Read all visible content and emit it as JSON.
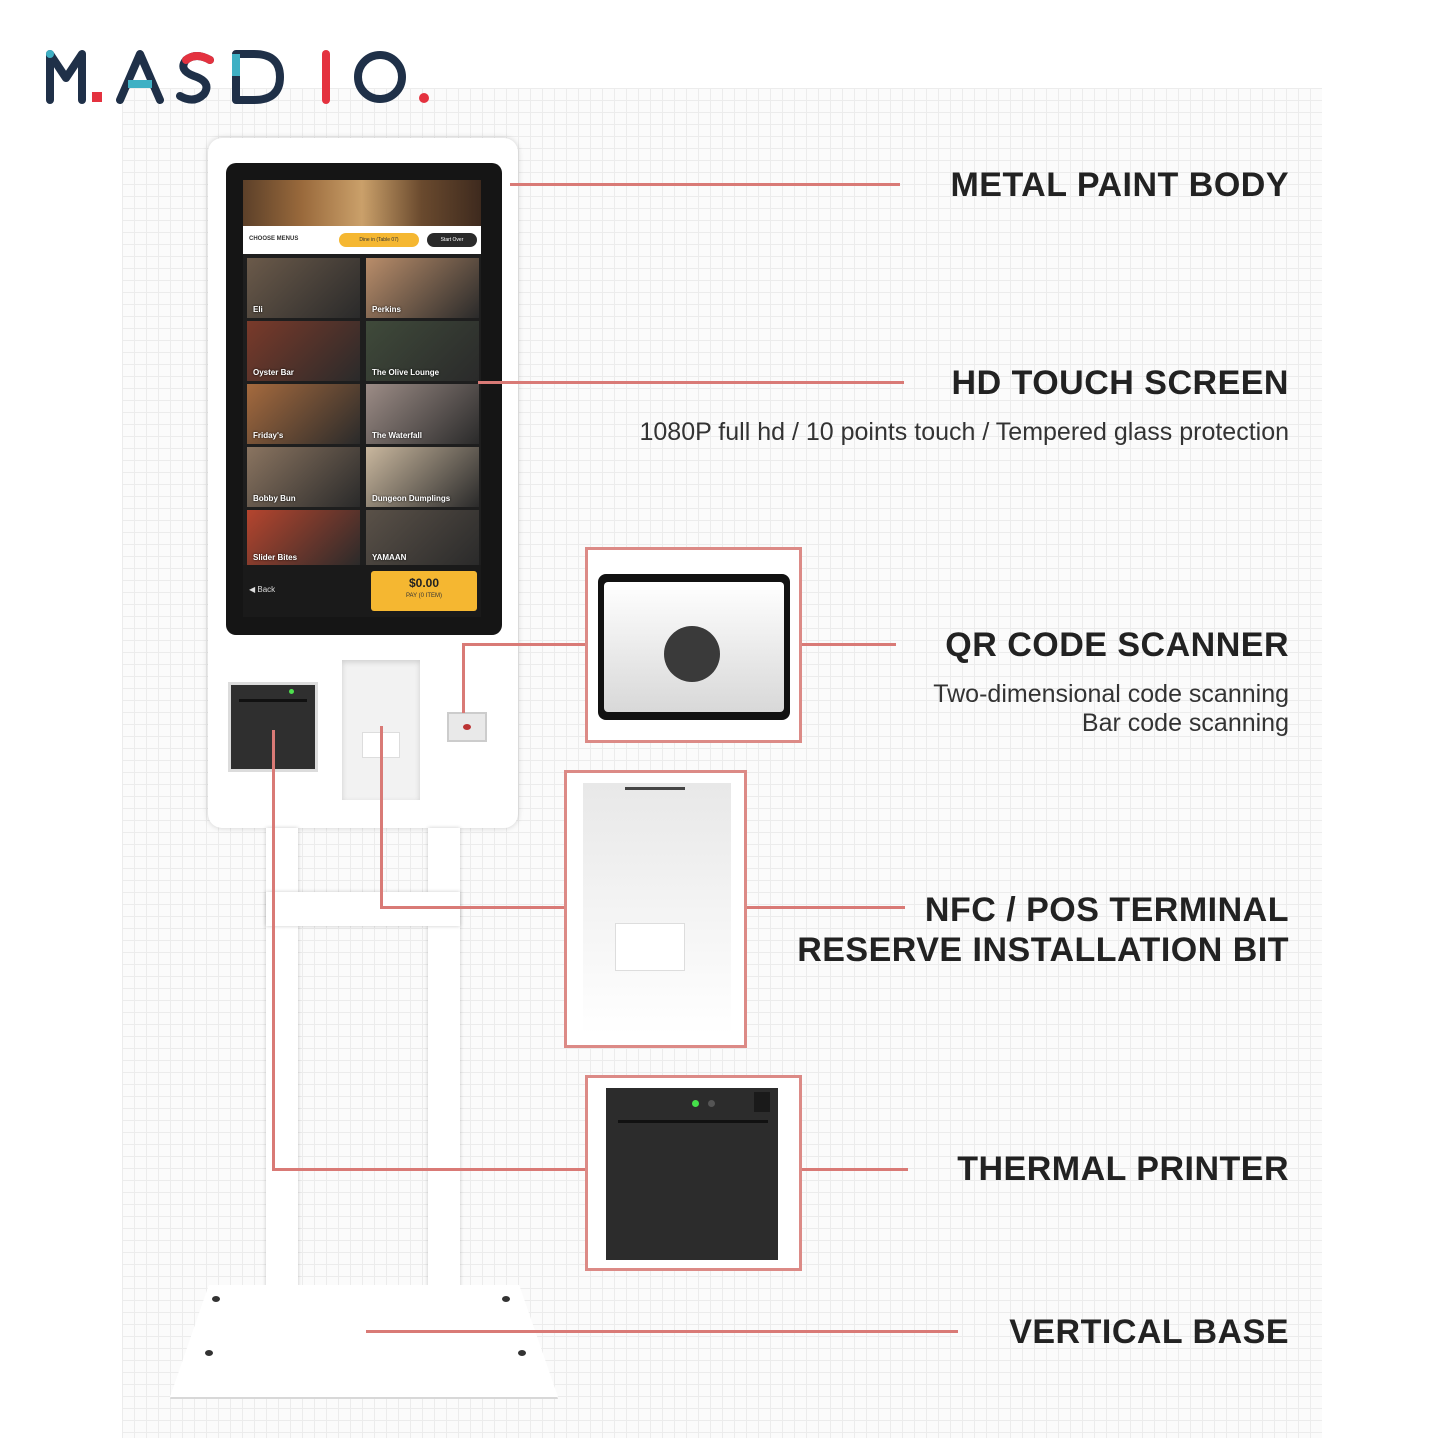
{
  "brand": {
    "name": "MASDIO.",
    "colors": {
      "navy": "#1f3048",
      "red": "#e4323f",
      "teal": "#3fb0c4"
    }
  },
  "callouts": {
    "metal_paint_body": {
      "title": "METAL PAINT BODY"
    },
    "hd_touch_screen": {
      "title": "HD TOUCH SCREEN",
      "subtitle": "1080P full hd / 10 points touch / Tempered glass protection"
    },
    "qr_code_scanner": {
      "title": "QR CODE SCANNER",
      "line1": "Two-dimensional code scanning",
      "line2": "Bar code scanning"
    },
    "nfc_pos_terminal": {
      "line1": "NFC / POS TERMINAL",
      "line2": "RESERVE INSTALLATION BIT"
    },
    "thermal_printer": {
      "title": "THERMAL PRINTER"
    },
    "vertical_base": {
      "title": "VERTICAL BASE"
    }
  },
  "kiosk_screen": {
    "menu_title": "CHOOSE MENUS",
    "pill_dine_in": "Dine in (Table 07)",
    "pill_start_over": "Start Over",
    "tiles": [
      {
        "label": "Eli",
        "color": "#6b5a4a"
      },
      {
        "label": "Perkins",
        "color": "#b98d6a"
      },
      {
        "label": "Oyster Bar",
        "color": "#7a3a2a"
      },
      {
        "label": "The Olive Lounge",
        "color": "#3f4a3a"
      },
      {
        "label": "Friday's",
        "color": "#a56a3e"
      },
      {
        "label": "The Waterfall",
        "color": "#9c8c86"
      },
      {
        "label": "Bobby Bun",
        "color": "#8a7460"
      },
      {
        "label": "Dungeon Dumplings",
        "color": "#c9b79e"
      },
      {
        "label": "Slider Bites",
        "color": "#b5452e"
      },
      {
        "label": "YAMAAN",
        "color": "#5a5148"
      }
    ],
    "back_label": "Back",
    "pay_amount": "$0.00",
    "pay_sub": "PAY (0 ITEM)"
  },
  "accent_line_color": "#d97a76"
}
